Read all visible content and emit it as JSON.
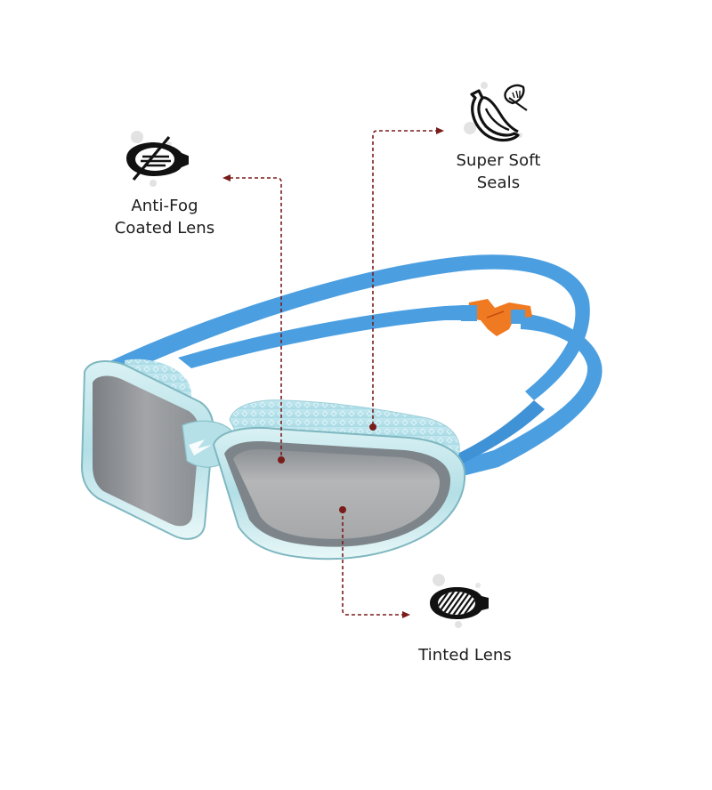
{
  "product": {
    "type": "swim goggles",
    "colors": {
      "strap": "#4a9ee0",
      "strap_shadow": "#2f7fc4",
      "frame": "#bfe4ea",
      "frame_edge": "#7fb7c0",
      "lens": "#a7a9ab",
      "lens_dark": "#6e7378",
      "seal": "#cfeef5",
      "buckle": "#f07a22"
    }
  },
  "features": [
    {
      "id": "antifog",
      "icon": "anti-fog-lens-icon",
      "label_line1": "Anti-Fog",
      "label_line2": "Coated Lens"
    },
    {
      "id": "seals",
      "icon": "soft-seal-icon",
      "label_line1": "Super Soft",
      "label_line2": "Seals"
    },
    {
      "id": "tinted",
      "icon": "tinted-lens-icon",
      "label_line1": "Tinted Lens",
      "label_line2": ""
    }
  ],
  "connectors": {
    "color": "#7a1c1c"
  }
}
